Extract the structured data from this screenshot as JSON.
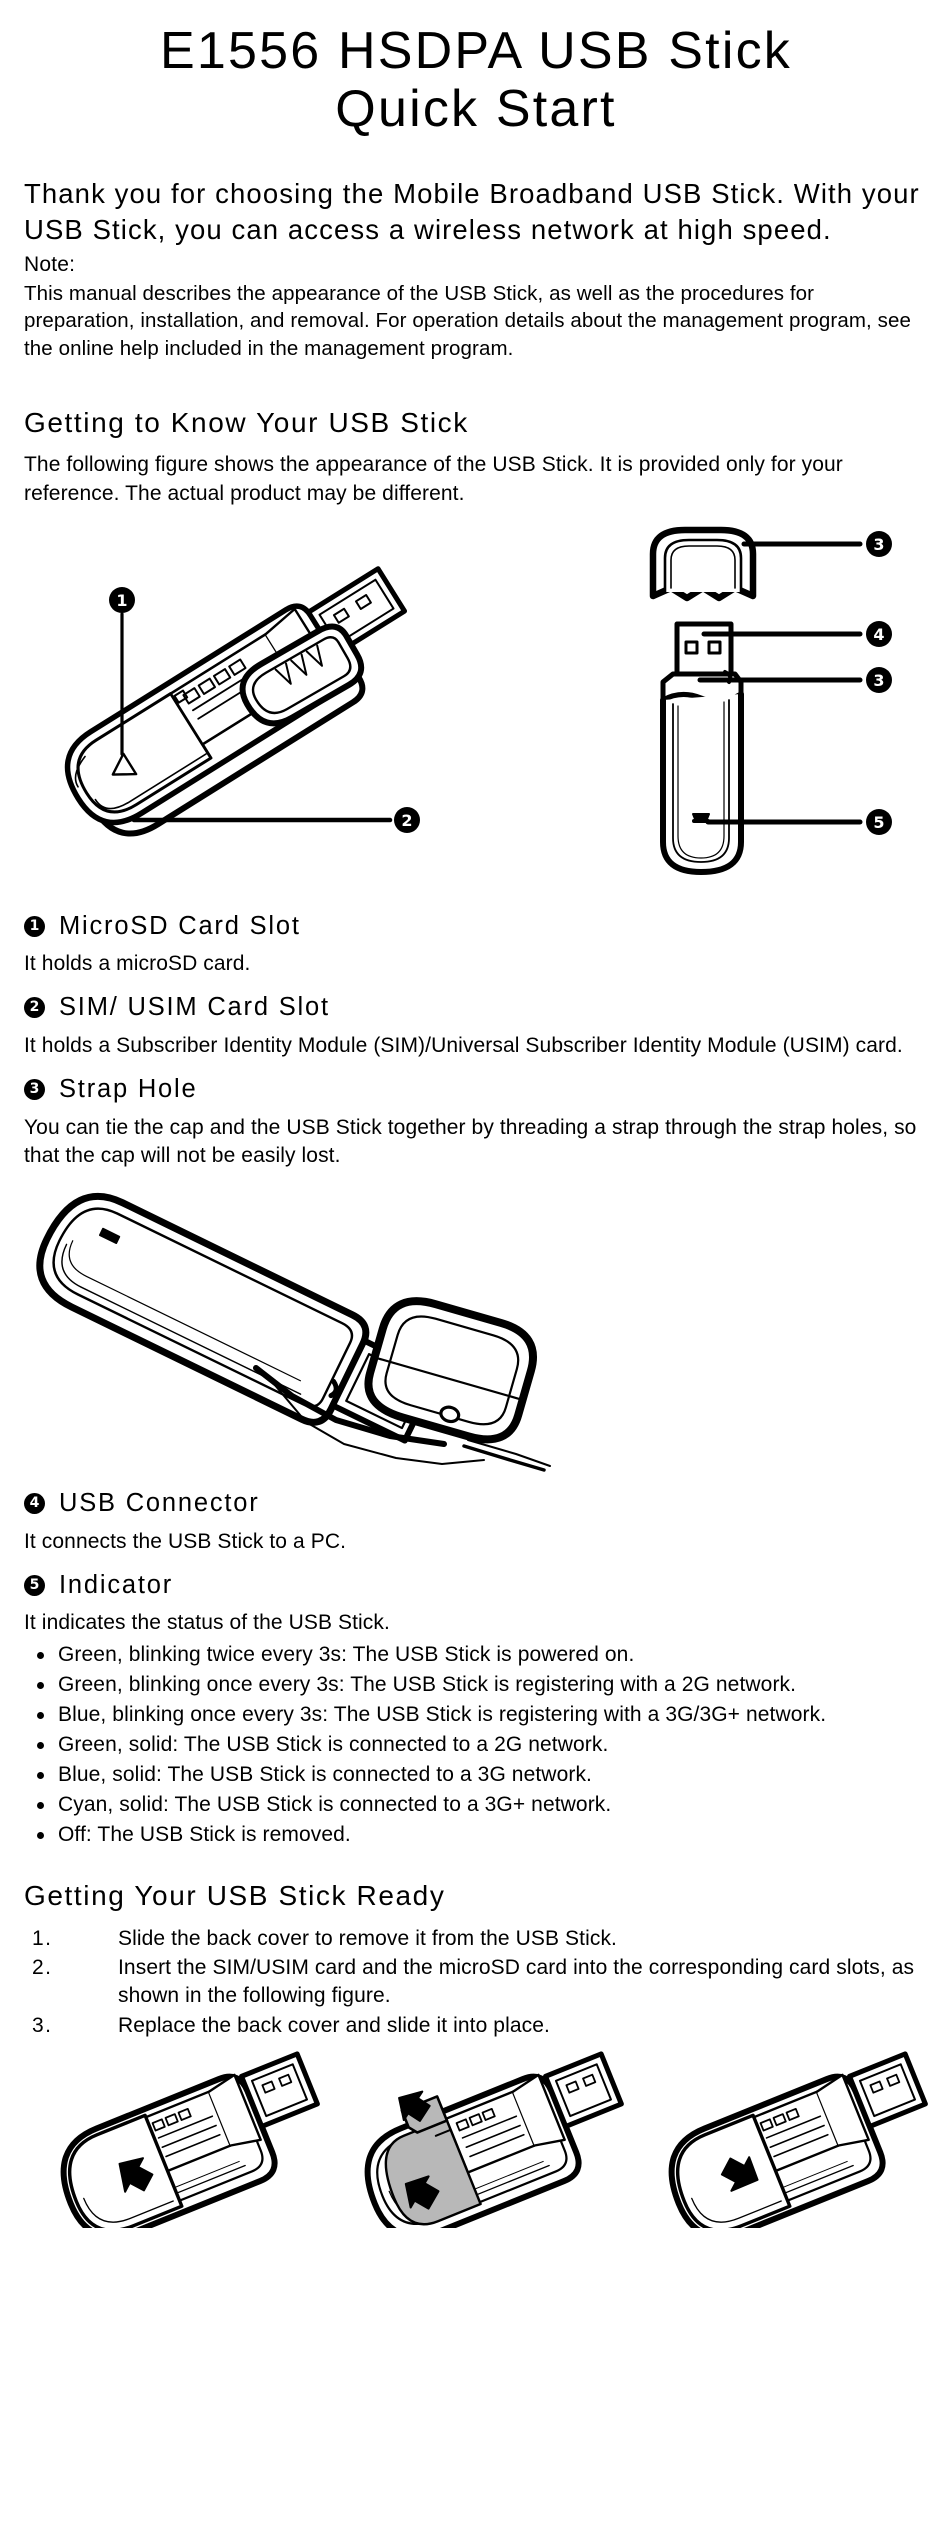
{
  "document": {
    "title_line1": "E1556 HSDPA USB Stick",
    "title_line2": "Quick Start",
    "lead": "Thank you for choosing the Mobile Broadband USB Stick. With your USB Stick, you can access a wireless network at high speed.",
    "note_label": "Note:",
    "note_body": "This manual describes the appearance of the USB Stick, as well as the procedures for preparation, installation, and removal. For operation details about the management program, see the online help included in the management program."
  },
  "section_know": {
    "heading": "Getting to Know Your USB Stick",
    "intro": "The following figure shows the appearance of the USB Stick. It is provided only for your reference. The actual product may be different.",
    "figure_callouts": [
      "1",
      "2",
      "3",
      "4",
      "3",
      "5"
    ]
  },
  "features": [
    {
      "num": "1",
      "title": "MicroSD Card Slot",
      "desc": "It holds a microSD card."
    },
    {
      "num": "2",
      "title": "SIM/ USIM Card Slot",
      "desc": "It holds a Subscriber Identity Module (SIM)/Universal Subscriber Identity Module (USIM) card."
    },
    {
      "num": "3",
      "title": "Strap Hole",
      "desc": "You can tie the cap and the USB Stick together by threading a strap through the strap holes, so that the cap will not be easily lost."
    },
    {
      "num": "4",
      "title": "USB Connector",
      "desc": "It connects the USB Stick to a PC."
    },
    {
      "num": "5",
      "title": "Indicator",
      "desc": "It indicates the status of the USB Stick."
    }
  ],
  "indicator_states": [
    "Green, blinking twice every 3s: The USB Stick is powered on.",
    "Green, blinking once every 3s: The USB Stick is registering with a 2G network.",
    "Blue, blinking once every 3s: The USB Stick is registering with a 3G/3G+ network.",
    "Green, solid: The USB Stick is connected to a 2G network.",
    "Blue, solid: The USB Stick is connected to a 3G network.",
    "Cyan, solid: The USB Stick is connected to a 3G+ network.",
    "Off: The USB Stick is removed."
  ],
  "section_ready": {
    "heading": "Getting Your USB Stick Ready",
    "steps": [
      {
        "num": "1.",
        "text": "Slide the back cover to remove it from the USB Stick."
      },
      {
        "num": "2.",
        "text": "Insert the SIM/USIM card and the microSD card into the corresponding card slots, as shown in the following figure."
      },
      {
        "num": "3.",
        "text": "Replace the back cover and slide it into place."
      }
    ]
  },
  "colors": {
    "ink": "#000000",
    "paper": "#ffffff",
    "shade": "#b8b8b8",
    "light_shade": "#e8e8e8"
  }
}
